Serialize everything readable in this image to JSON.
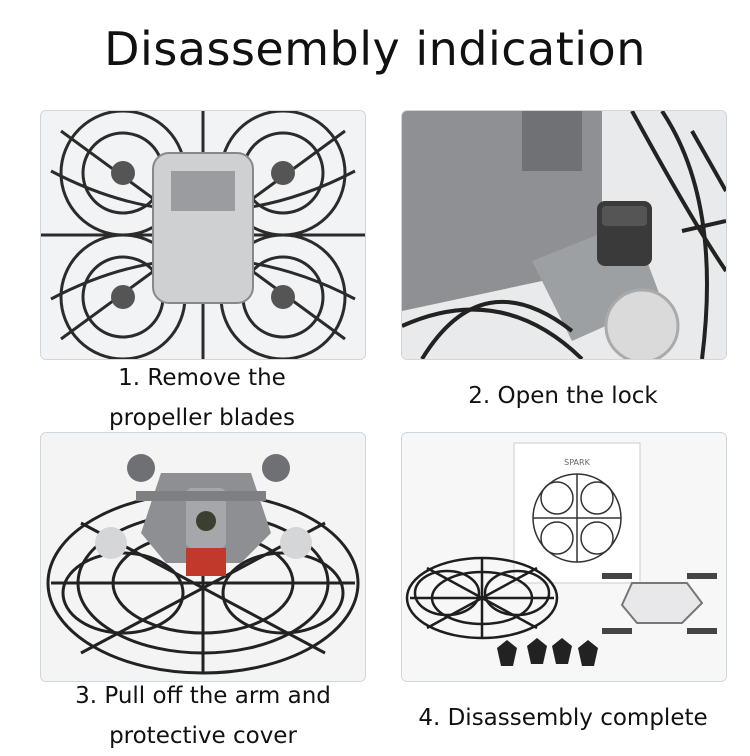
{
  "title": "Disassembly indication",
  "steps": [
    {
      "line1": "1. Remove the",
      "line2": "propeller blades"
    },
    {
      "line1": "2. Open the lock"
    },
    {
      "line1": "3. Pull off the arm and",
      "line2": "protective cover"
    },
    {
      "line1": "4. Disassembly complete"
    }
  ],
  "box_label": "SPARK",
  "colors": {
    "cage": "#2a2a2a",
    "drone_gray": "#8a8c8f",
    "accent_red": "#c0392b"
  }
}
